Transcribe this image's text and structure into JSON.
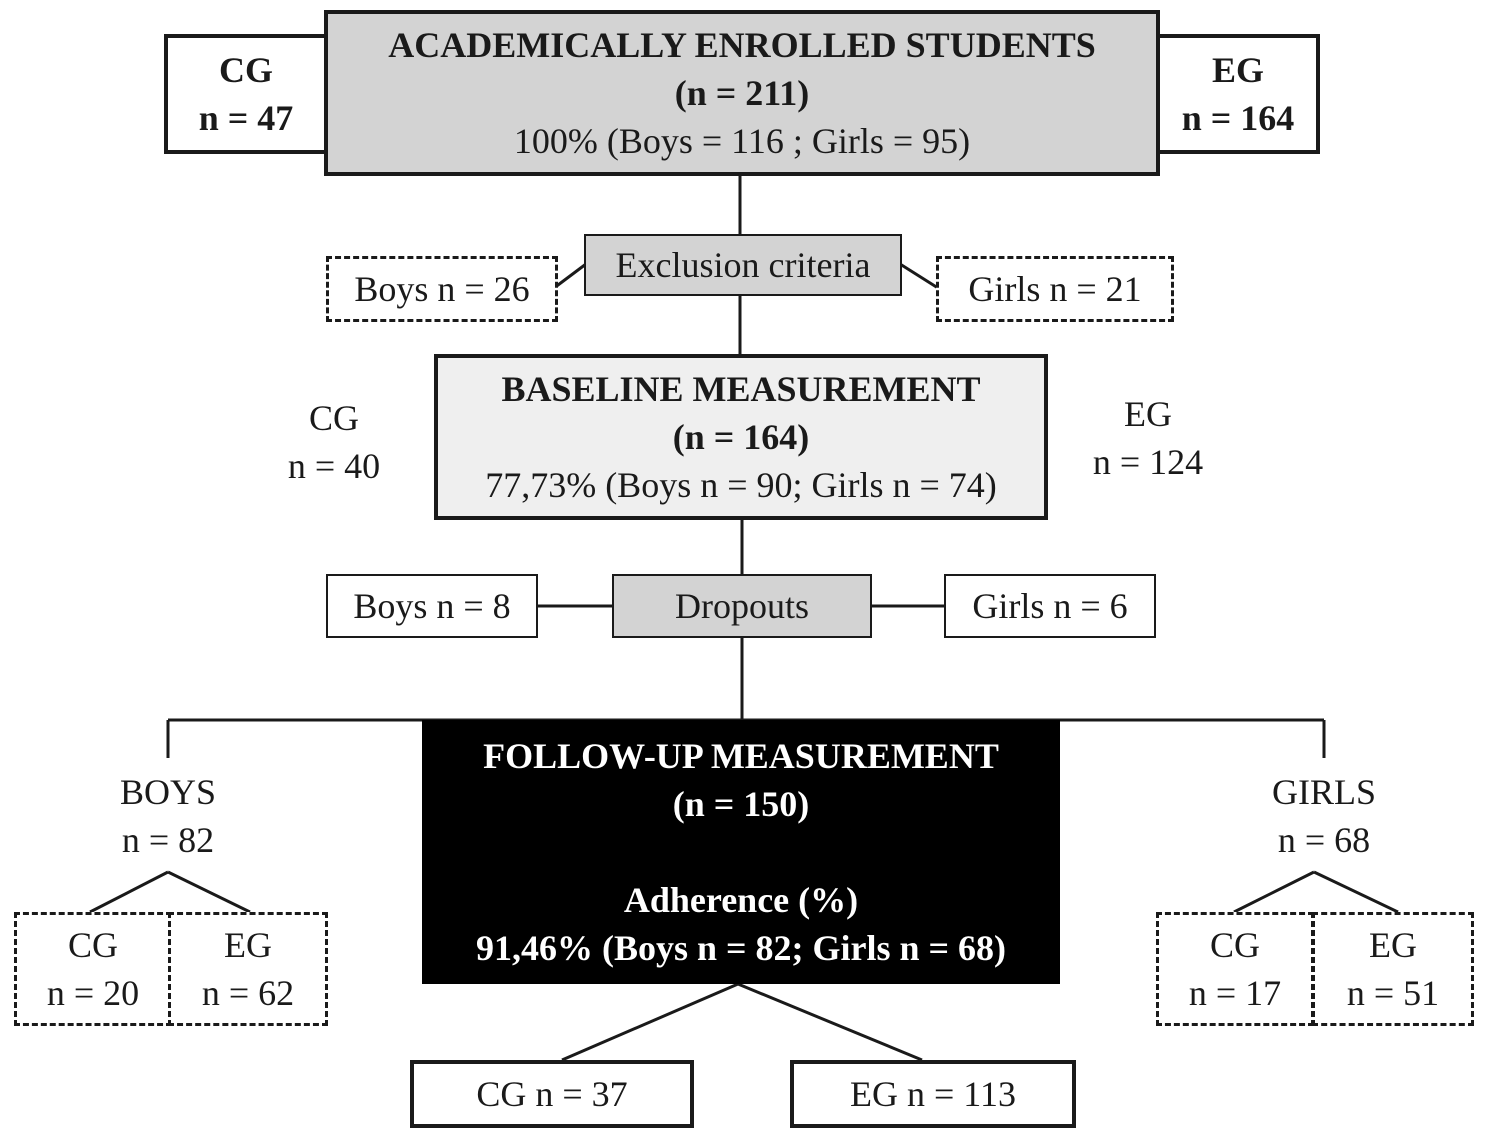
{
  "enrolled": {
    "title": "ACADEMICALLY ENROLLED STUDENTS",
    "n": "(n = 211)",
    "breakdown": "100% (Boys = 116 ; Girls = 95)"
  },
  "enrolled_cg": {
    "label": "CG",
    "n": "n = 47"
  },
  "enrolled_eg": {
    "label": "EG",
    "n": "n = 164"
  },
  "exclusion": {
    "label": "Exclusion criteria",
    "boys": "Boys n = 26",
    "girls": "Girls n = 21"
  },
  "baseline": {
    "title": "BASELINE MEASUREMENT",
    "n": "(n = 164)",
    "breakdown": "77,73% (Boys n = 90; Girls n = 74)"
  },
  "baseline_cg": {
    "label": "CG",
    "n": "n = 40"
  },
  "baseline_eg": {
    "label": "EG",
    "n": "n = 124"
  },
  "dropouts": {
    "label": "Dropouts",
    "boys": "Boys n = 8",
    "girls": "Girls n = 6"
  },
  "followup": {
    "title": "FOLLOW-UP MEASUREMENT",
    "n": "(n = 150)",
    "adherence_label": "Adherence (%)",
    "breakdown": "91,46% (Boys n = 82; Girls n = 68)"
  },
  "boys_group": {
    "label": "BOYS",
    "n": "n = 82",
    "cg": {
      "label": "CG",
      "n": "n = 20"
    },
    "eg": {
      "label": "EG",
      "n": "n = 62"
    }
  },
  "girls_group": {
    "label": "GIRLS",
    "n": "n = 68",
    "cg": {
      "label": "CG",
      "n": "n = 17"
    },
    "eg": {
      "label": "EG",
      "n": "n = 51"
    }
  },
  "followup_cg": "CG n = 37",
  "followup_eg": "EG n = 113",
  "colors": {
    "grey_box": "#d3d3d3",
    "light_grey_box": "#efefef",
    "followup_box": "#000000",
    "line": "#1a1a1a"
  }
}
